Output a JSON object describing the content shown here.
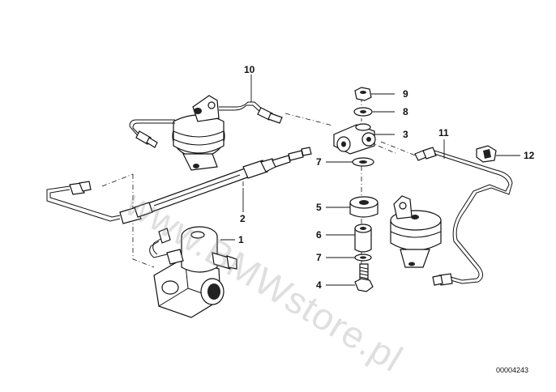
{
  "callouts": {
    "c1": "1",
    "c2": "2",
    "c3": "3",
    "c4": "4",
    "c5": "5",
    "c6": "6",
    "c7a": "7",
    "c7b": "7",
    "c8": "8",
    "c9": "9",
    "c10": "10",
    "c11": "11",
    "c12": "12"
  },
  "document_number": "00004243",
  "watermark": "www.BMWstore.pl"
}
